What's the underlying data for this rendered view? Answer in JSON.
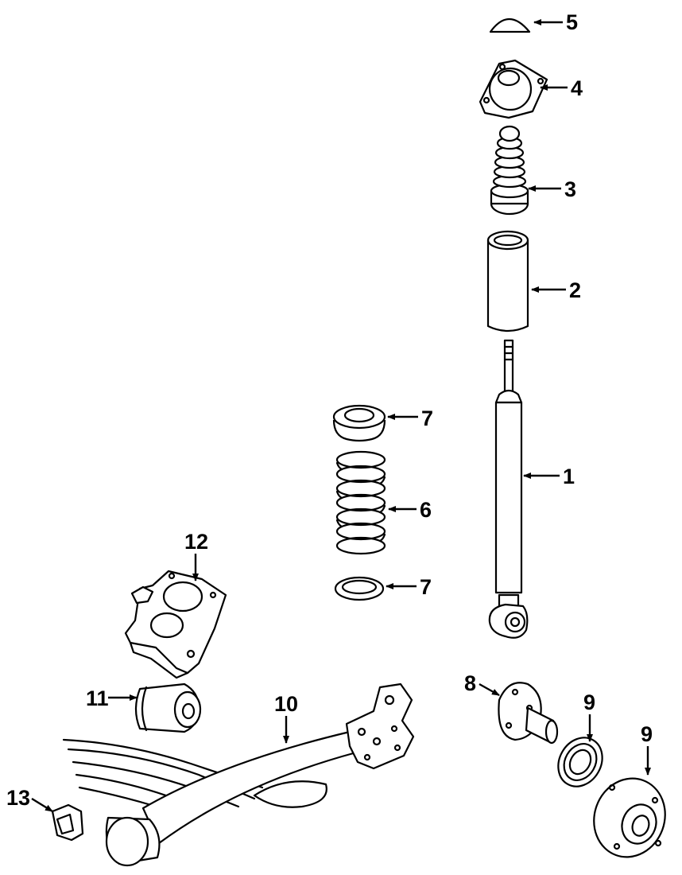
{
  "callouts": {
    "c1": "1",
    "c2": "2",
    "c3": "3",
    "c4": "4",
    "c5": "5",
    "c6": "6",
    "c7a": "7",
    "c7b": "7",
    "c8": "8",
    "c9a": "9",
    "c9b": "9",
    "c10": "10",
    "c11": "11",
    "c12": "12",
    "c13": "13"
  }
}
